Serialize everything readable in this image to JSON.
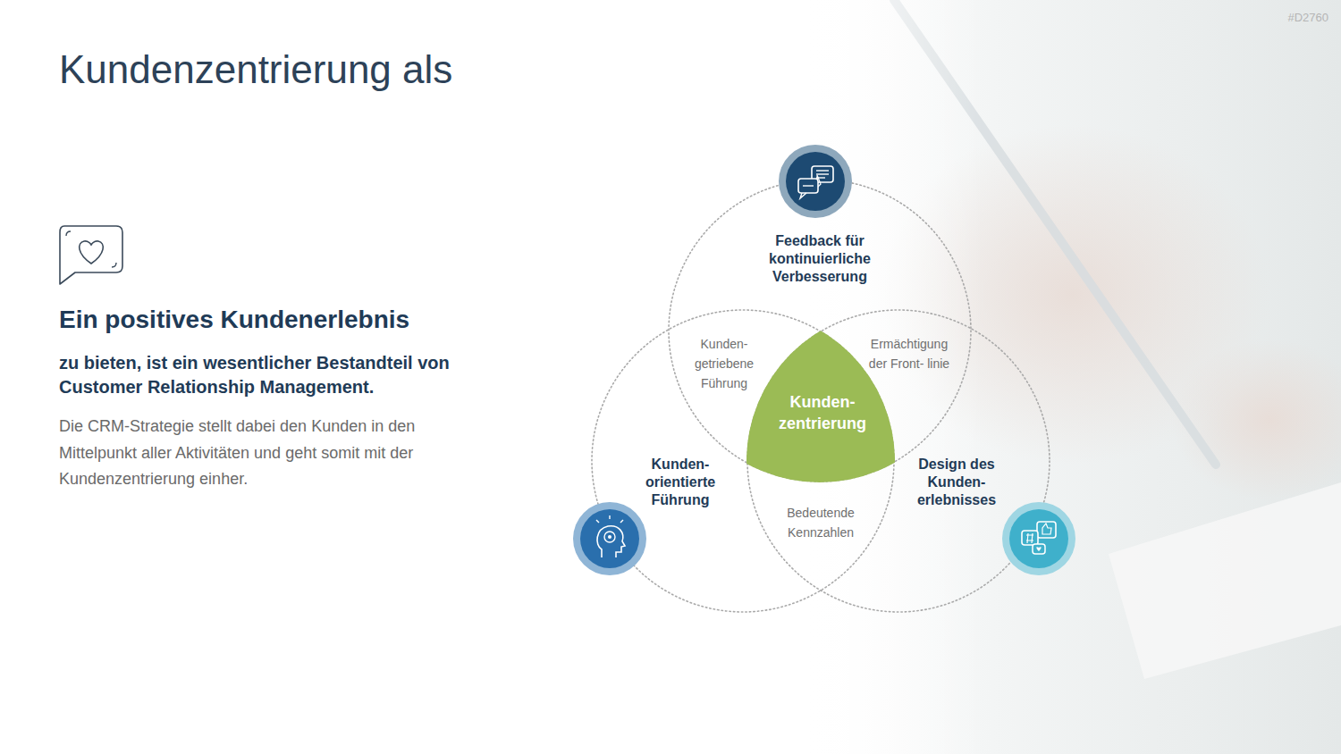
{
  "diagram": {
    "title": "Kundenzentrierung als",
    "nodes": [
      {
        "text": [
          "Feedback für kontinuierliche Verbesserung"
        ]
      },
      {
        "text": [
          "Kunden- orientierte Führung"
        ]
      },
      {
        "text": [
          "Design des Kunden- erlebnisses"
        ]
      },
      {
        "text": [
          "Kunden- zentrierung"
        ]
      }
    ],
    "labels": [
      "#D2760",
      "Ein positives Kundenerlebnis",
      "zu bieten, ist ein wesentlicher Bestandteil von Customer Relationship Management.",
      "Die CRM-Strategie stellt dabei den Kunden in den Mittelpunkt aller Aktivitäten und geht somit mit der Kundenzentrierung einher.",
      "Kunden- getriebene Führung",
      "Ermächtigung der Front- linie",
      "Bedeutende Kennzahlen"
    ]
  }
}
